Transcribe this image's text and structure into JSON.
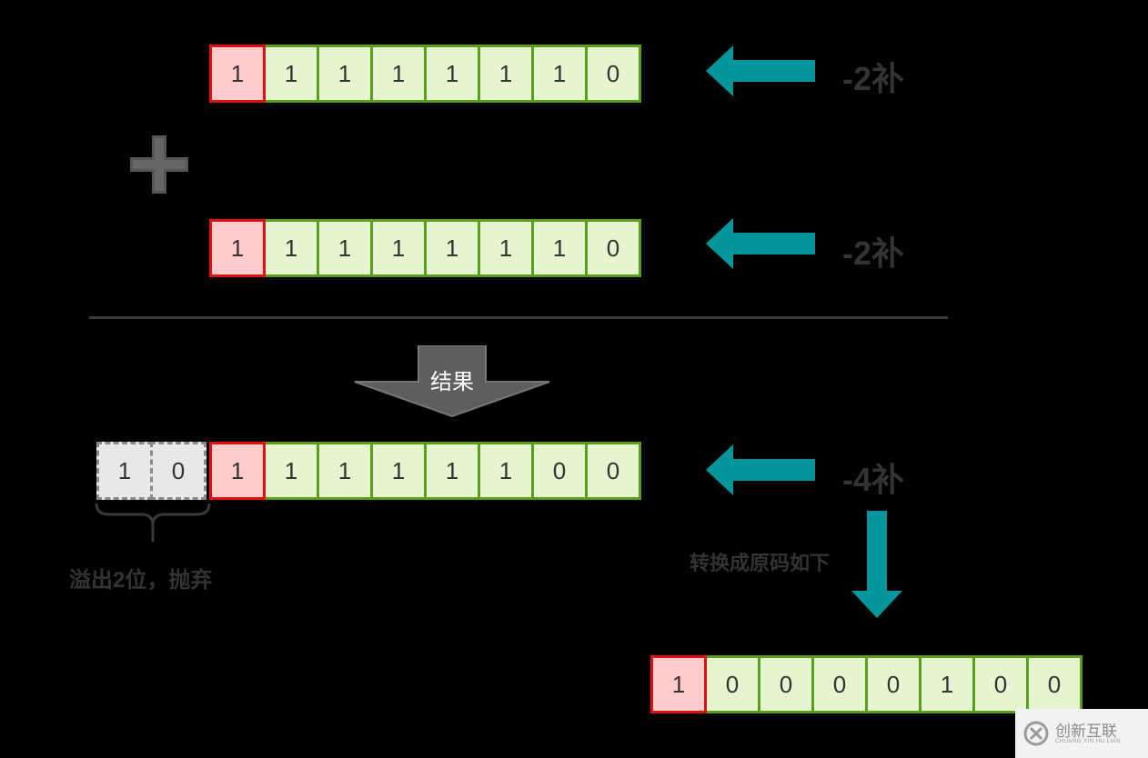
{
  "rows": [
    {
      "bits": [
        "1",
        "1",
        "1",
        "1",
        "1",
        "1",
        "1",
        "0"
      ],
      "label": "-2补"
    },
    {
      "bits": [
        "1",
        "1",
        "1",
        "1",
        "1",
        "1",
        "1",
        "0"
      ],
      "label": "-2补"
    },
    {
      "overflow": [
        "1",
        "0"
      ],
      "bits": [
        "1",
        "1",
        "1",
        "1",
        "1",
        "1",
        "0",
        "0"
      ],
      "label": "-4补"
    },
    {
      "bits": [
        "1",
        "0",
        "0",
        "0",
        "0",
        "1",
        "0",
        "0"
      ]
    }
  ],
  "result_label": "结果",
  "overflow_note": "溢出2位，抛弃",
  "convert_note": "转换成原码如下",
  "watermark": {
    "text": "创新互联",
    "sub": "CHUANG XIN HU LIAN"
  },
  "colors": {
    "sign_fill": "#ffcccc",
    "sign_border": "#e01010",
    "bit_fill": "#e4f5cf",
    "bit_border": "#5a9e1c",
    "overflow_fill": "#e8e8e8",
    "arrow_teal": "#00969b"
  },
  "icons": [
    "plus-icon",
    "left-arrow-icon",
    "down-arrow-icon",
    "brace-icon",
    "result-arrow-icon"
  ]
}
